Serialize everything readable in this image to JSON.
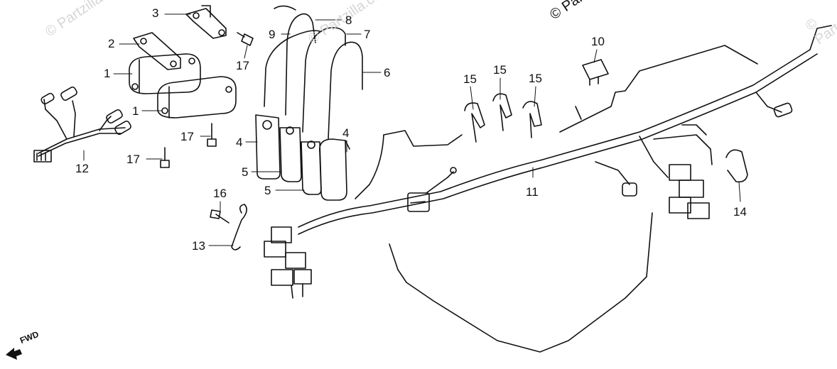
{
  "watermark": {
    "main": "© Partzilla.com",
    "faint_left": "© Partzilla.com",
    "faint_center": "© Partzilla.com",
    "faint_right": "© Partzilla.com"
  },
  "direction": {
    "label": "FWD"
  },
  "callouts": {
    "c1a": "1",
    "c1b": "1",
    "c2": "2",
    "c3": "3",
    "c4a": "4",
    "c4b": "4",
    "c5a": "5",
    "c5b": "5",
    "c6": "6",
    "c7": "7",
    "c8": "8",
    "c9": "9",
    "c10": "10",
    "c11": "11",
    "c12": "12",
    "c13": "13",
    "c14": "14",
    "c15a": "15",
    "c15b": "15",
    "c15c": "15",
    "c16": "16",
    "c17a": "17",
    "c17b": "17",
    "c17c": "17"
  },
  "colors": {
    "ink": "#111111",
    "paper": "#ffffff",
    "watermark_faint": "#d6d6d6"
  }
}
